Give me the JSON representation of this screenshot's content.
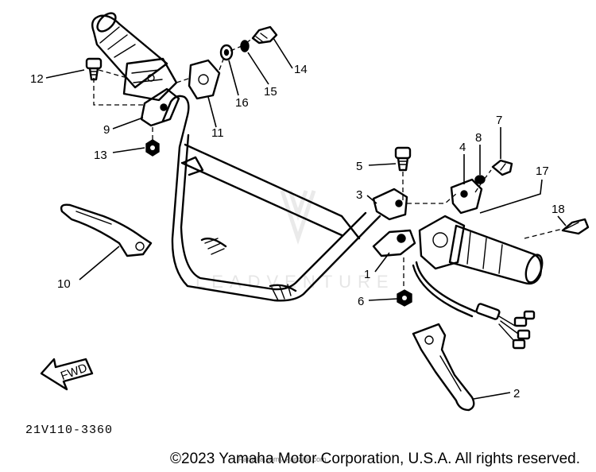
{
  "diagram": {
    "code": "21V110-3360",
    "copyright": "©2023 Yamaha Motor Corporation, U.S.A. All rights reserved.",
    "watermark": "LEADVENTURE",
    "watermark_sub": "Partzilla.com / Partzilla.com",
    "fwd_label": "FWD",
    "callouts": {
      "c1": "1",
      "c2": "2",
      "c3": "3",
      "c4": "4",
      "c5": "5",
      "c6": "6",
      "c7": "7",
      "c8": "8",
      "c9": "9",
      "c10": "10",
      "c11": "11",
      "c12": "12",
      "c13": "13",
      "c14": "14",
      "c15": "15",
      "c16": "16",
      "c17": "17",
      "c18": "18"
    }
  }
}
